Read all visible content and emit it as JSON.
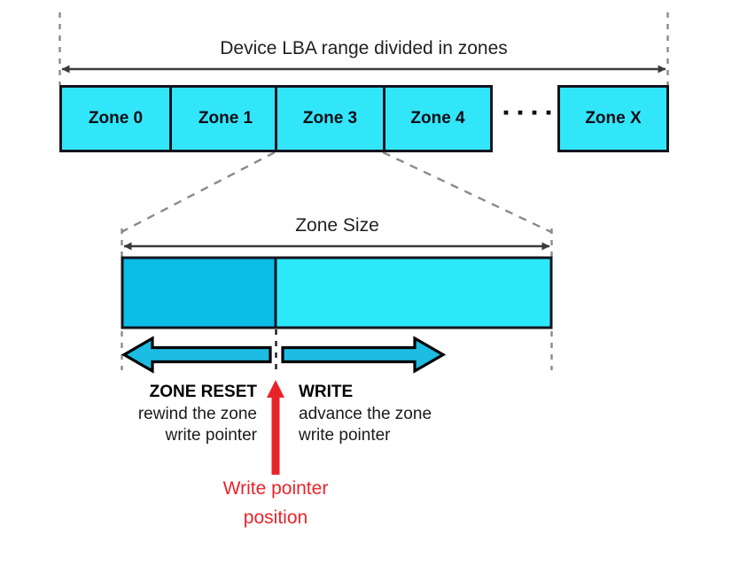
{
  "diagram": {
    "title_top": "Device LBA range divided in zones",
    "zone_size_label": "Zone Size",
    "ellipsis": "▪ ▪ ▪ ▪",
    "zones": [
      {
        "label": "Zone 0"
      },
      {
        "label": "Zone 1"
      },
      {
        "label": "Zone 3"
      },
      {
        "label": "Zone 4"
      },
      {
        "label": "Zone X"
      }
    ],
    "left_action": {
      "title": "ZONE RESET",
      "line1": "rewind the zone",
      "line2": "write pointer"
    },
    "right_action": {
      "title": "WRITE",
      "line1": "advance the zone",
      "line2": "write pointer"
    },
    "pointer": {
      "line1": "Write pointer",
      "line2": "position"
    },
    "colors": {
      "zone_fill": "#32e6fa",
      "zone_stroke": "#14141f",
      "written_fill": "#0cbde5",
      "unwritten_fill": "#2be8fb",
      "arrow_fill": "#1cbce3",
      "arrow_stroke": "#000000",
      "dashed_guide": "#8a8a8a",
      "measure_arrow": "#3b3b3b",
      "pointer_red": "#e8242a",
      "text": "#231f20",
      "background": "#ffffff"
    }
  }
}
